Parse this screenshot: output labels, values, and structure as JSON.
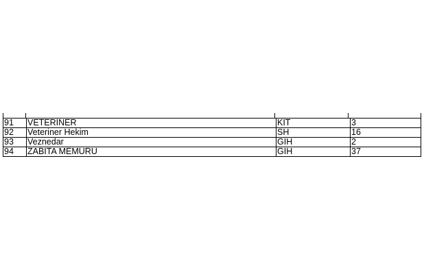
{
  "rows": [
    {
      "no": "91",
      "title": "VETERİNER",
      "class": "KİT",
      "count": "3"
    },
    {
      "no": "92",
      "title": "Veteriner Hekim",
      "class": "SH",
      "count": "16"
    },
    {
      "no": "93",
      "title": "Veznedar",
      "class": "GİH",
      "count": "2"
    },
    {
      "no": "94",
      "title": "ZABITA MEMURU",
      "class": "GİH",
      "count": "37"
    }
  ]
}
